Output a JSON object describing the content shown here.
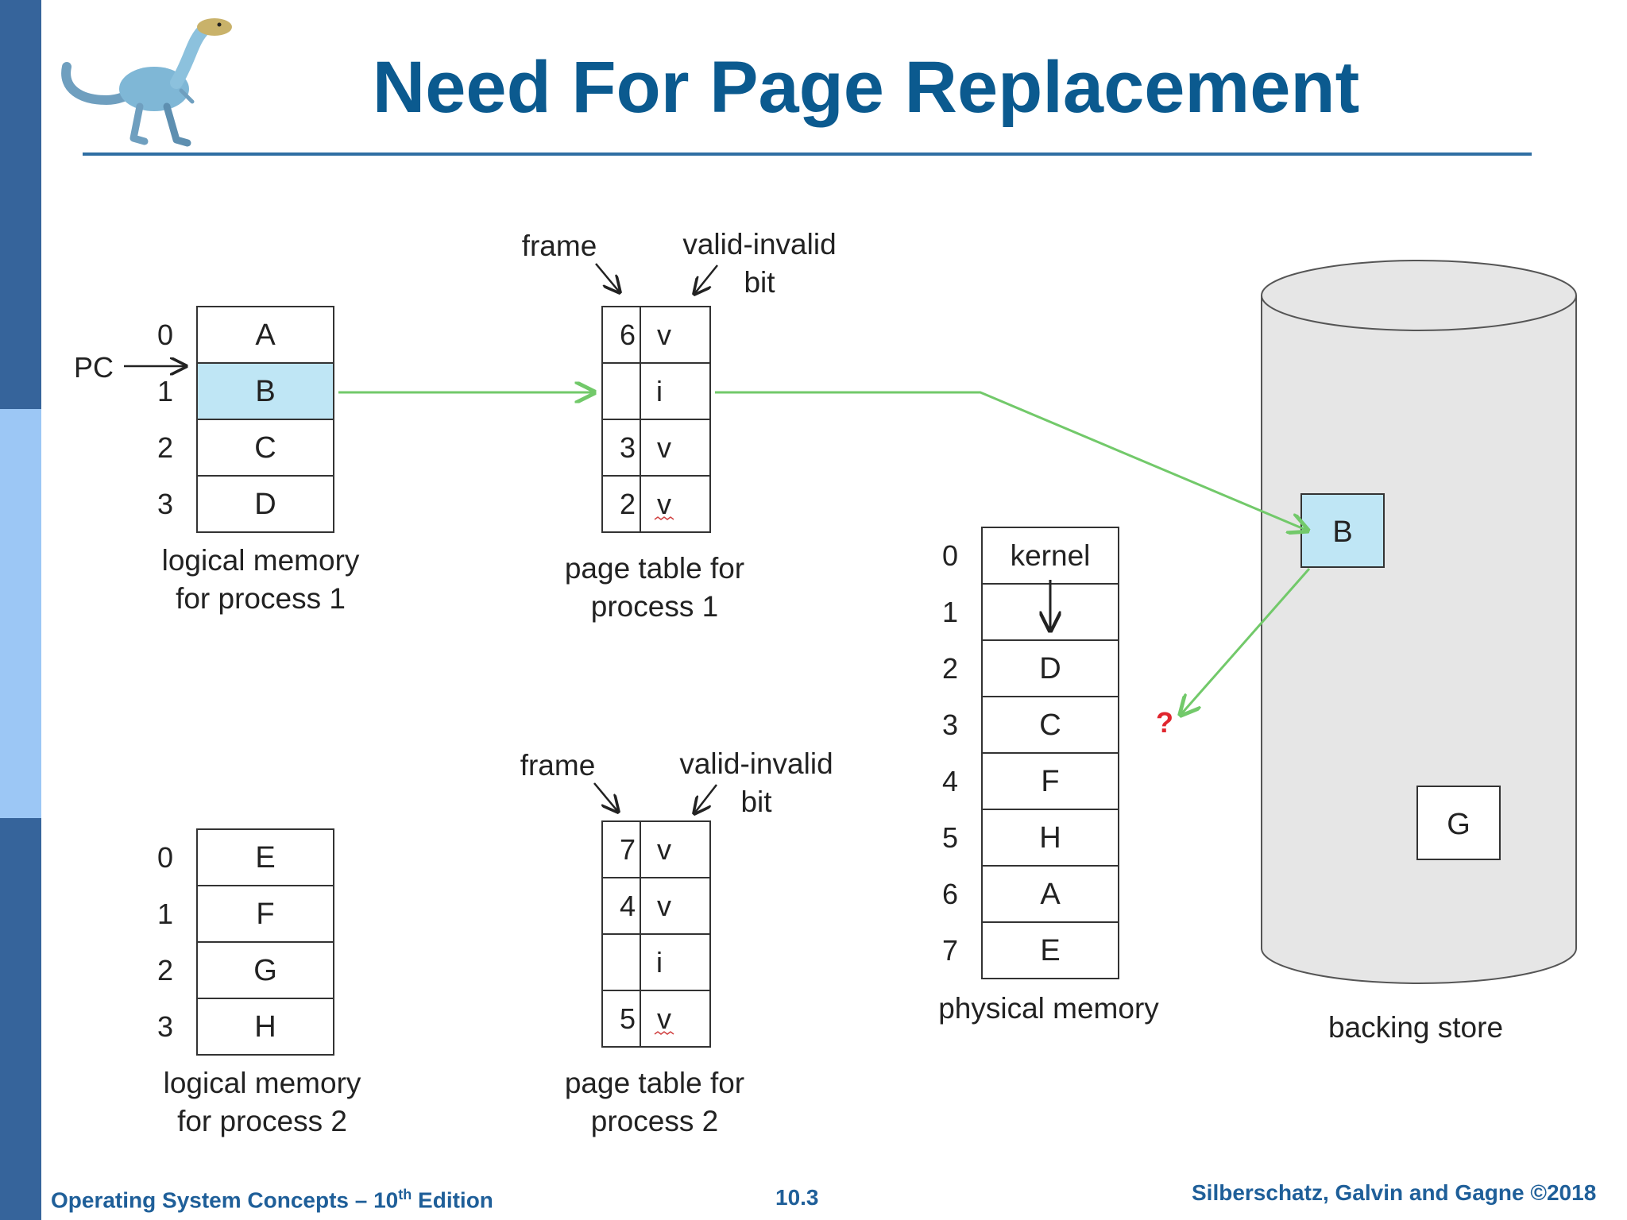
{
  "colors": {
    "sidebar_dark": "#36649b",
    "sidebar_light": "#9cc7f5",
    "title": "#0b5a8f",
    "highlight": "#bfe6f5",
    "arrow_green": "#72c96a",
    "question_mark": "#e0262e",
    "cylinder": "#e6e6e6"
  },
  "title": "Need For Page Replacement",
  "logo": "dinosaur-mascot",
  "process1": {
    "logical_memory": {
      "indices": [
        "0",
        "1",
        "2",
        "3"
      ],
      "pages": [
        "A",
        "B",
        "C",
        "D"
      ],
      "highlighted_row": 1,
      "pc_label": "PC",
      "caption_line1": "logical memory",
      "caption_line2": "for process 1"
    },
    "page_table": {
      "frame_label": "frame",
      "valid_label_line1": "valid-invalid",
      "valid_label_line2": "bit",
      "frames": [
        "6",
        "",
        "3",
        "2"
      ],
      "bits": [
        "v",
        "i",
        "v",
        "v"
      ],
      "caption_line1": "page table for",
      "caption_line2": "process 1"
    }
  },
  "process2": {
    "logical_memory": {
      "indices": [
        "0",
        "1",
        "2",
        "3"
      ],
      "pages": [
        "E",
        "F",
        "G",
        "H"
      ],
      "caption_line1": "logical memory",
      "caption_line2": "for process 2"
    },
    "page_table": {
      "frame_label": "frame",
      "valid_label_line1": "valid-invalid",
      "valid_label_line2": "bit",
      "frames": [
        "7",
        "4",
        "",
        "5"
      ],
      "bits": [
        "v",
        "v",
        "i",
        "v"
      ],
      "caption_line1": "page table for",
      "caption_line2": "process 2"
    }
  },
  "physical_memory": {
    "indices": [
      "0",
      "1",
      "2",
      "3",
      "4",
      "5",
      "6",
      "7"
    ],
    "frames": [
      "kernel",
      "",
      "D",
      "C",
      "F",
      "H",
      "A",
      "E"
    ],
    "caption": "physical memory"
  },
  "backing_store": {
    "caption": "backing store",
    "page_b": "B",
    "page_g": "G"
  },
  "question_mark": "?",
  "footer": {
    "left_main": "Operating System Concepts – 10",
    "left_sup": "th",
    "left_tail": " Edition",
    "center": "10.3",
    "right": "Silberschatz, Galvin and Gagne ©2018"
  }
}
